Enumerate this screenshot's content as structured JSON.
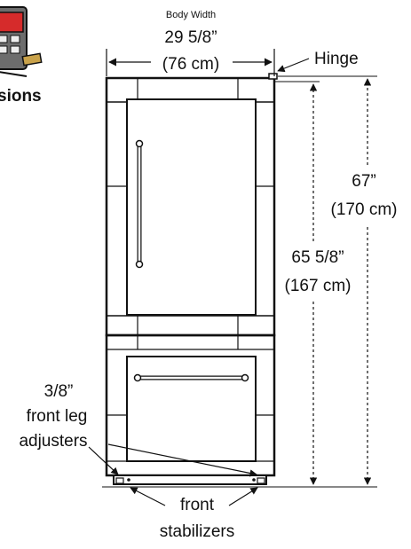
{
  "logo": {
    "word": "sions"
  },
  "labels": {
    "body_width_caption": "Body Width",
    "width_in": "29 5/8”",
    "width_cm": "(76 cm)",
    "hinge": "Hinge",
    "total_height_in": "67”",
    "total_height_cm": "(170 cm)",
    "body_height_in": "65 5/8”",
    "body_height_cm": "(167 cm)",
    "leg_size": "3/8”",
    "leg_line1": "front leg",
    "leg_line2": "adjusters",
    "stab_line1": "front",
    "stab_line2": "stabilizers"
  },
  "colors": {
    "line": "#111111",
    "panel": "#ffffff"
  }
}
